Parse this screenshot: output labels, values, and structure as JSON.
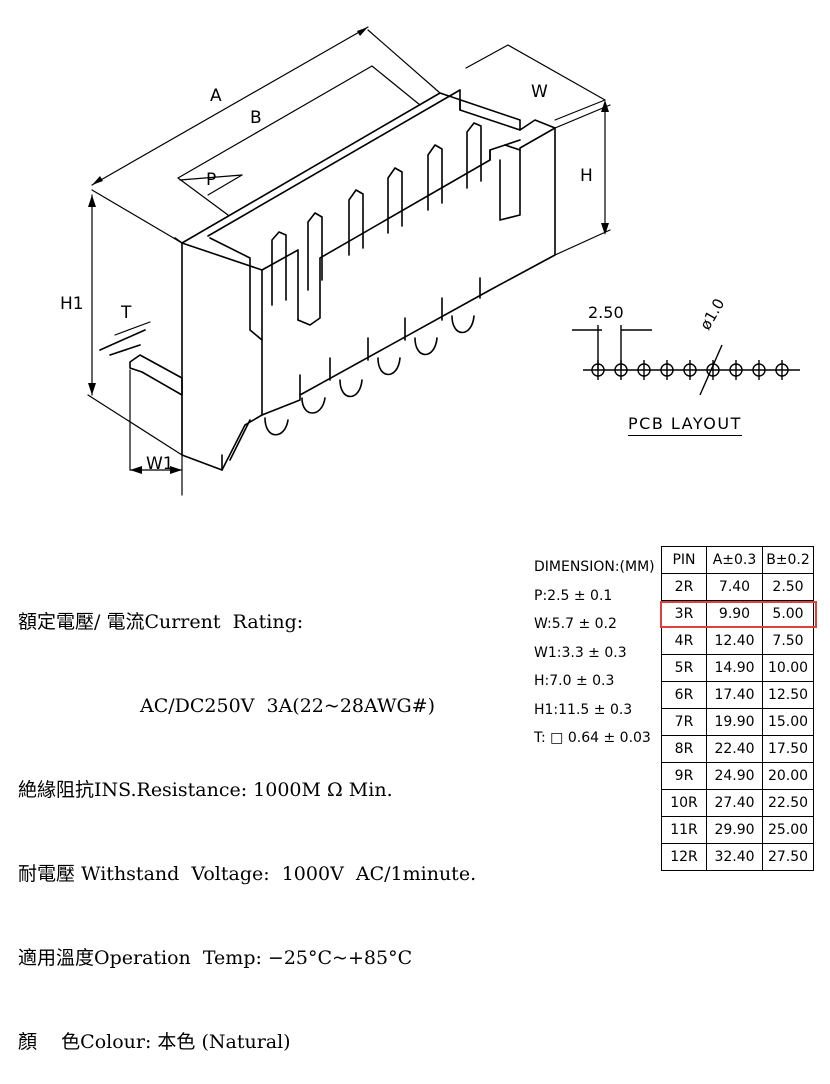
{
  "drawing_labels": {
    "A": "A",
    "B": "B",
    "P": "P",
    "W": "W",
    "H": "H",
    "H1": "H1",
    "T": "T",
    "W1": "W1",
    "pitch": "2.50",
    "hole": "ø1.0",
    "pcb_layout": "PCB LAYOUT"
  },
  "spec": {
    "line1": "額定電壓/ 電流Current  Rating:",
    "line2": "AC/DC250V  3A(22~28AWG#)",
    "line3": "絶緣阻抗INS.Resistance: 1000M Ω Min.",
    "line4": "耐電壓 Withstand  Voltage:  1000V  AC/1minute.",
    "line5": "適用溫度Operation  Temp: −25°C~+85°C",
    "line6": "顏    色Colour: 本色 (Natural)"
  },
  "dimensions": {
    "title": "DIMENSION:(MM)",
    "p": "P:2.5 ± 0.1",
    "w": "W:5.7 ± 0.2",
    "w1": "W1:3.3 ± 0.3",
    "h": "H:7.0 ± 0.3",
    "h1": "H1:11.5 ± 0.3",
    "t": "T: □ 0.64 ± 0.03"
  },
  "table": {
    "headers": [
      "PIN",
      "A±0.3",
      "B±0.2"
    ],
    "rows": [
      [
        "2R",
        "7.40",
        "2.50"
      ],
      [
        "3R",
        "9.90",
        "5.00"
      ],
      [
        "4R",
        "12.40",
        "7.50"
      ],
      [
        "5R",
        "14.90",
        "10.00"
      ],
      [
        "6R",
        "17.40",
        "12.50"
      ],
      [
        "7R",
        "19.90",
        "15.00"
      ],
      [
        "8R",
        "22.40",
        "17.50"
      ],
      [
        "9R",
        "24.90",
        "20.00"
      ],
      [
        "10R",
        "27.40",
        "22.50"
      ],
      [
        "11R",
        "29.90",
        "25.00"
      ],
      [
        "12R",
        "32.40",
        "27.50"
      ]
    ],
    "highlight_color": "#e0403c"
  }
}
